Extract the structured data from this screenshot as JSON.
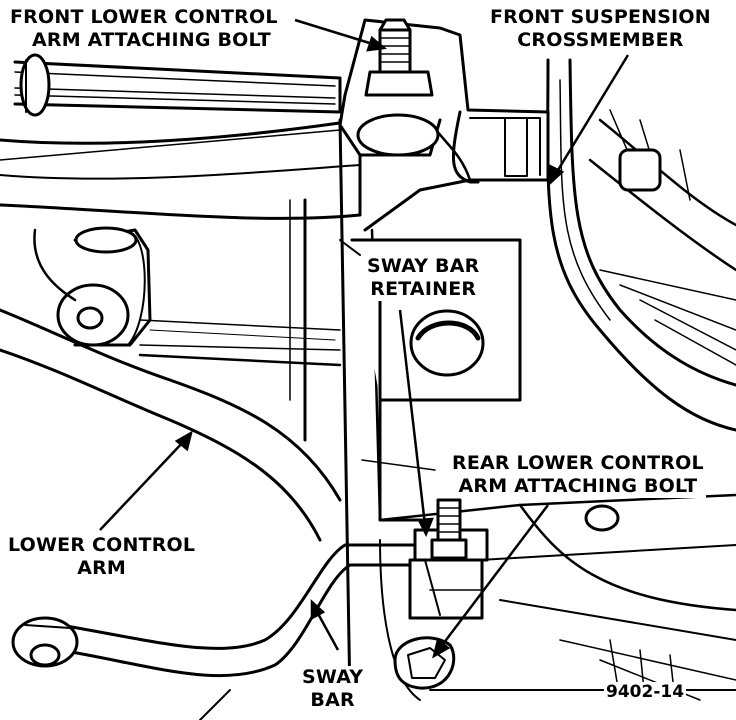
{
  "labels": {
    "front_lower_bolt": [
      "FRONT LOWER CONTROL",
      "ARM ATTACHING BOLT"
    ],
    "front_crossmember": [
      "FRONT SUSPENSION",
      "CROSSMEMBER"
    ],
    "sway_bar_retainer": [
      "SWAY BAR",
      "RETAINER"
    ],
    "rear_lower_bolt": [
      "REAR LOWER CONTROL",
      "ARM ATTACHING BOLT"
    ],
    "lower_control_arm": [
      "LOWER CONTROL",
      "ARM"
    ],
    "sway_bar": [
      "SWAY",
      "BAR"
    ]
  },
  "figure_number": "9402-14"
}
